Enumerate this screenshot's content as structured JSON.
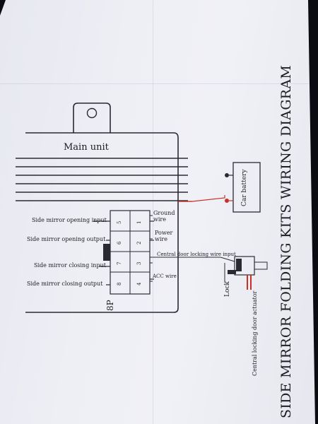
{
  "diagram": {
    "title": "SIDE MIRROR FOLDING KITS WIRING DIAGRAM",
    "main_unit_label": "Main unit",
    "connector_label": "8P",
    "left_labels": [
      "Side mirror opening input",
      "Side mirror opening output",
      "Side mirror closing input",
      "Side mirror closing output"
    ],
    "right_labels": {
      "ground": "Ground wire",
      "power": "Power wire",
      "central": "Central door locking wire input",
      "acc": "ACC wire"
    },
    "pins": [
      "5",
      "1",
      "6",
      "2",
      "7",
      "3",
      "8",
      "4"
    ],
    "battery_label": "Car battery",
    "lock_label": "Lock",
    "actuator_label": "Central locking door actuator"
  },
  "colors": {
    "wire_red": "#c8312a",
    "ink": "#1c1c22"
  }
}
